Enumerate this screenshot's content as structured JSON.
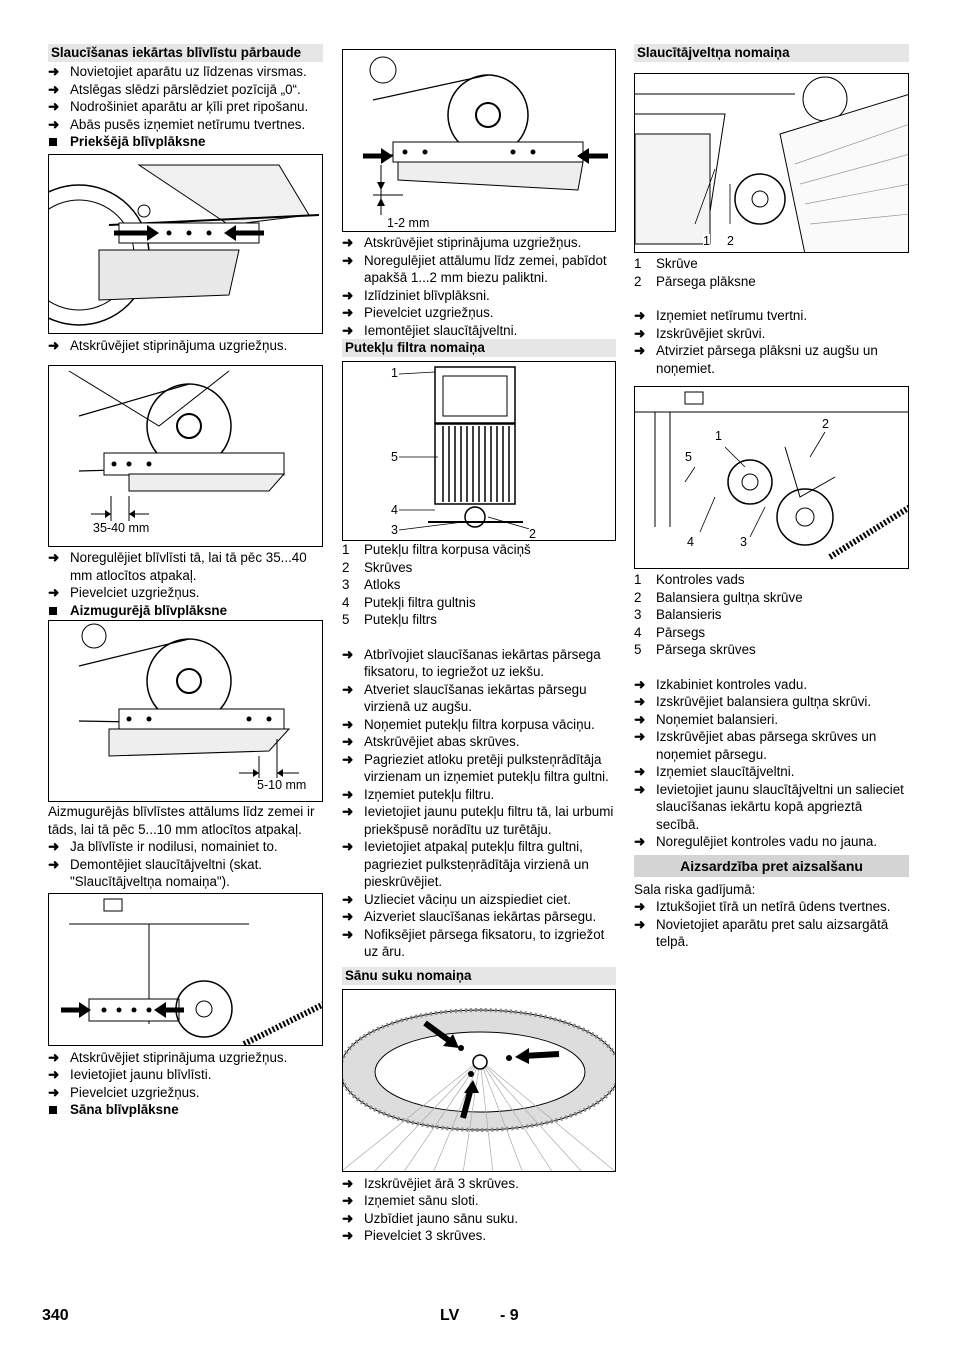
{
  "col1": {
    "heading1": "Slaucīšanas iekārtas blīvlīstu pārbaude",
    "steps1": [
      "Novietojiet aparātu uz līdzenas virsmas.",
      "Atslēgas slēdzi pārslēdziet pozīcijā „0“.",
      "Nodrošiniet aparātu ar ķīli pret ripošanu.",
      "Abās pusēs izņemiet netīrumu tvertnes."
    ],
    "bullet1": "Priekšējā blīvplāksne",
    "step_after_fig1": "Atskrūvējiet stiprinājuma uzgriežņus.",
    "fig2_label": "35-40 mm",
    "steps2": [
      "Noregulējiet blīvlīsti tā, lai tā pēc 35...40 mm atlocītos atpakaļ.",
      "Pievelciet uzgriežņus."
    ],
    "bullet2": "Aizmugurējā blīvplāksne",
    "fig3_label": "5-10 mm",
    "para1": "Aizmugurējās blīvlīstes attālums līdz zemei ir tāds, lai tā pēc 5...10 mm atlocītos atpakaļ.",
    "steps3": [
      "Ja blīvlīste ir nodilusi, nomainiet to.",
      "Demontējiet slaucītājveltni (skat. \"Slaucītājveltņa nomaiņa\")."
    ],
    "steps4": [
      "Atskrūvējiet stiprinājuma uzgriežņus.",
      "Ievietojiet jaunu blīvlīsti.",
      "Pievelciet uzgriežņus."
    ],
    "bullet3": "Sāna blīvplāksne"
  },
  "col2": {
    "fig1_label": "1-2 mm",
    "steps1": [
      "Atskrūvējiet stiprinājuma uzgriežņus.",
      "Noregulējiet attālumu līdz zemei, pabīdot apakšā 1...2 mm biezu paliktni.",
      "Izlīdziniet blīvplāksni.",
      "Pievelciet uzgriežņus.",
      "Iemontējiet slaucītājveltni."
    ],
    "heading2": "Putekļu filtra nomaiņa",
    "fig2_callouts": [
      "1",
      "5",
      "4",
      "3",
      "2"
    ],
    "legend": [
      {
        "n": "1",
        "t": "Putekļu filtra korpusa vāciņš"
      },
      {
        "n": "2",
        "t": "Skrūves"
      },
      {
        "n": "3",
        "t": "Atloks"
      },
      {
        "n": "4",
        "t": "Putekļi filtra gultnis"
      },
      {
        "n": "5",
        "t": "Putekļu filtrs"
      }
    ],
    "steps2": [
      "Atbrīvojiet slaucīšanas iekārtas pārsega fiksatoru, to iegriežot uz iekšu.",
      "Atveriet slaucīšanas iekārtas pārsegu virzienā uz augšu.",
      "Noņemiet putekļu filtra korpusa vāciņu.",
      "Atskrūvējiet abas skrūves.",
      "Pagrieziet atloku pretēji pulksteņrādītāja virzienam un izņemiet putekļu filtra gultni.",
      "Izņemiet putekļu filtru.",
      "Ievietojiet jaunu putekļu filtru tā, lai urbumi priekšpusē norādītu uz turētāju.",
      "Ievietojiet atpakaļ putekļu filtra gultni, pagrieziet pulksteņrādītāja virzienā un pieskrūvējiet.",
      "Uzlieciet vāciņu un aizspiediet ciet.",
      "Aizveriet slaucīšanas iekārtas pārsegu.",
      "Nofiksējiet pārsega fiksatoru, to izgriežot uz āru."
    ],
    "heading3": "Sānu suku nomaiņa",
    "steps3": [
      "Izskrūvējiet ārā 3 skrūves.",
      "Izņemiet sānu sloti.",
      "Uzbīdiet jauno sānu suku.",
      "Pievelciet 3 skrūves."
    ]
  },
  "col3": {
    "heading1": "Slaucītājveltņa nomaiņa",
    "fig1_callouts": [
      "1",
      "2"
    ],
    "legend1": [
      {
        "n": "1",
        "t": "Skrūve"
      },
      {
        "n": "2",
        "t": "Pārsega plāksne"
      }
    ],
    "steps1": [
      "Izņemiet netīrumu tvertni.",
      "Izskrūvējiet skrūvi.",
      "Atvirziet pārsega plāksni uz augšu un noņemiet."
    ],
    "fig2_callouts": [
      "1",
      "2",
      "5",
      "4",
      "3"
    ],
    "legend2": [
      {
        "n": "1",
        "t": "Kontroles vads"
      },
      {
        "n": "2",
        "t": "Balansiera gultņa skrūve"
      },
      {
        "n": "3",
        "t": "Balansieris"
      },
      {
        "n": "4",
        "t": "Pārsegs"
      },
      {
        "n": "5",
        "t": "Pārsega skrūves"
      }
    ],
    "steps2": [
      "Izkabiniet kontroles vadu.",
      "Izskrūvējiet balansiera gultņa skrūvi.",
      "Noņemiet balansieri.",
      "Izskrūvējiet abas pārsega skrūves un noņemiet pārsegu.",
      "Izņemiet slaucītājveltni.",
      "Ievietojiet jaunu slaucītājveltni un salieciet slaucīšanas iekārtu kopā apgrieztā secībā.",
      "Noregulējiet kontroles vadu no jauna."
    ],
    "heading2": "Aizsardzība pret aizsalšanu",
    "para": "Sala riska gadījumā:",
    "steps3": [
      "Iztukšojiet tīrā un netīrā ūdens tvertnes.",
      "Novietojiet aparātu pret salu aizsargātā telpā."
    ]
  },
  "footer": {
    "page": "340",
    "lang": "LV",
    "sub": "- 9"
  },
  "icons": {
    "step_arrow": "arrow-right-icon",
    "bullet": "square-bullet-icon"
  }
}
